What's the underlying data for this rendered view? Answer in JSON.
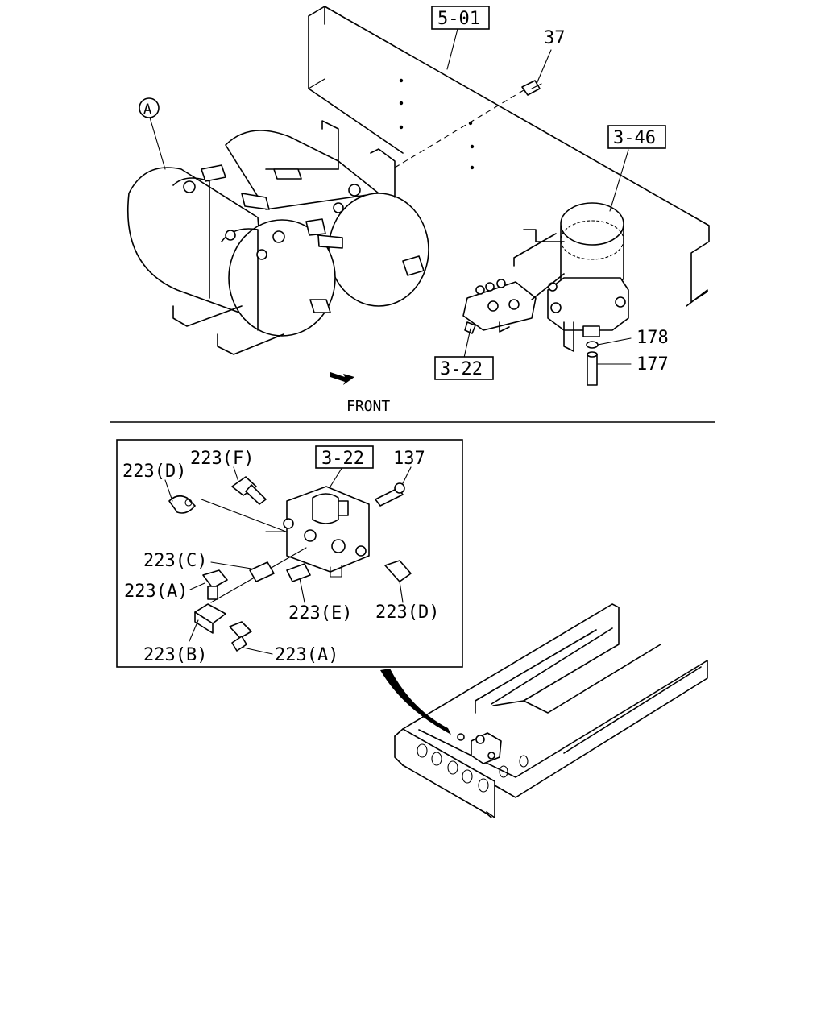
{
  "top_view": {
    "ref_a": "A",
    "ref_501": "5-01",
    "ref_346": "3-46",
    "ref_322": "3-22",
    "part_37": "37",
    "part_178": "178",
    "part_177": "177",
    "front_label": "FRONT"
  },
  "inset": {
    "ref_322": "3-22",
    "part_137": "137",
    "part_223F": "223(F)",
    "part_223D_left": "223(D)",
    "part_223C": "223(C)",
    "part_223A_upper": "223(A)",
    "part_223E": "223(E)",
    "part_223D_right": "223(D)",
    "part_223B": "223(B)",
    "part_223A_lower": "223(A)"
  }
}
